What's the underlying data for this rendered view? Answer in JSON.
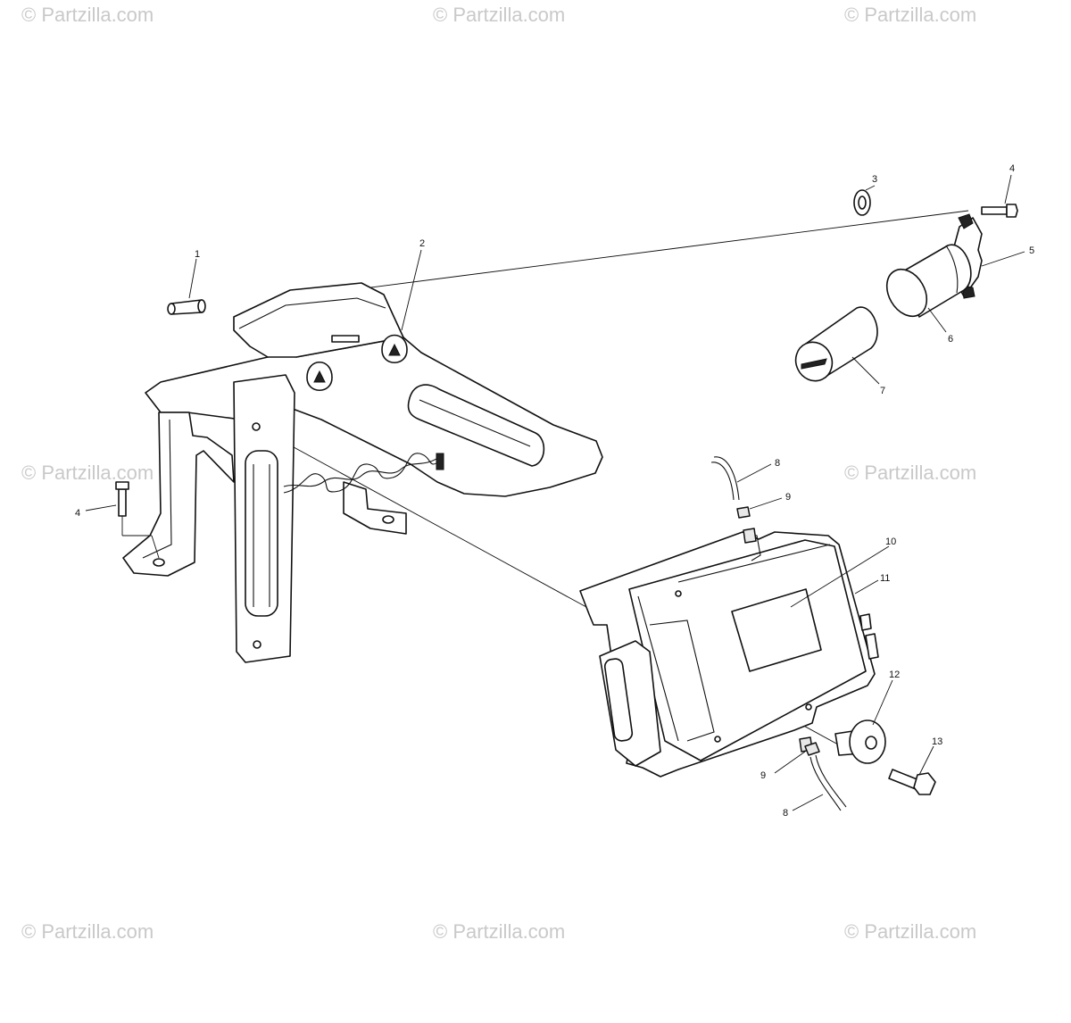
{
  "watermark": {
    "text": "© Partzilla.com",
    "color": "#c9c9c9"
  },
  "callouts": {
    "c1": "1",
    "c2": "2",
    "c3": "3",
    "c4a": "4",
    "c4b": "4",
    "c5": "5",
    "c6": "6",
    "c7": "7",
    "c8a": "8",
    "c8b": "8",
    "c9a": "9",
    "c9b": "9",
    "c10": "10",
    "c11": "11",
    "c12": "12",
    "c13": "13"
  }
}
